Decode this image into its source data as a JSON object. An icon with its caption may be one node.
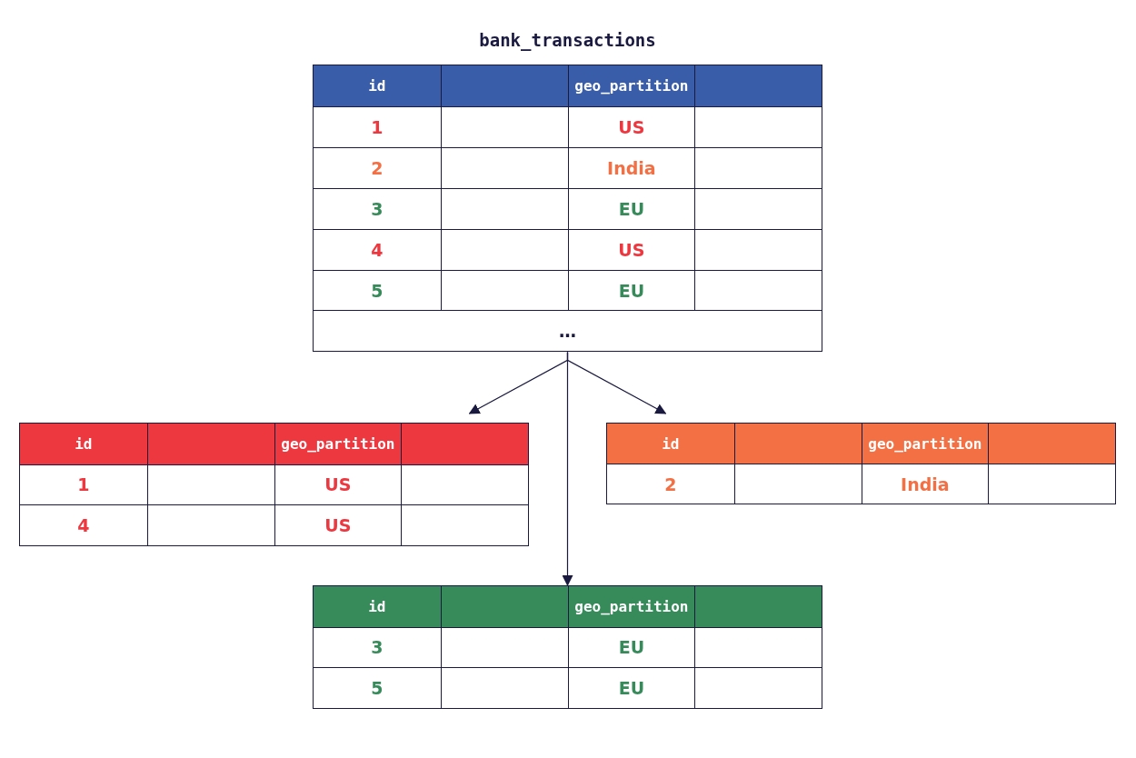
{
  "diagram": {
    "title": "bank_transactions",
    "nodes": [
      {
        "text": [
          "id",
          "geo_partition",
          "1",
          "US",
          "2",
          "India",
          "3",
          "EU",
          "4",
          "US",
          "5",
          "EU",
          "…"
        ]
      },
      {
        "text": [
          "id",
          "geo_partition",
          "1",
          "US",
          "4",
          "US"
        ]
      },
      {
        "text": [
          "id",
          "geo_partition",
          "2",
          "India"
        ]
      },
      {
        "text": [
          "id",
          "geo_partition",
          "3",
          "EU",
          "5",
          "EU"
        ]
      }
    ],
    "edges": [
      {
        "from": 0,
        "to": 1,
        "arrow": "to"
      },
      {
        "from": 0,
        "to": 3,
        "arrow": "to"
      },
      {
        "from": 0,
        "to": 2,
        "arrow": "to"
      }
    ]
  }
}
